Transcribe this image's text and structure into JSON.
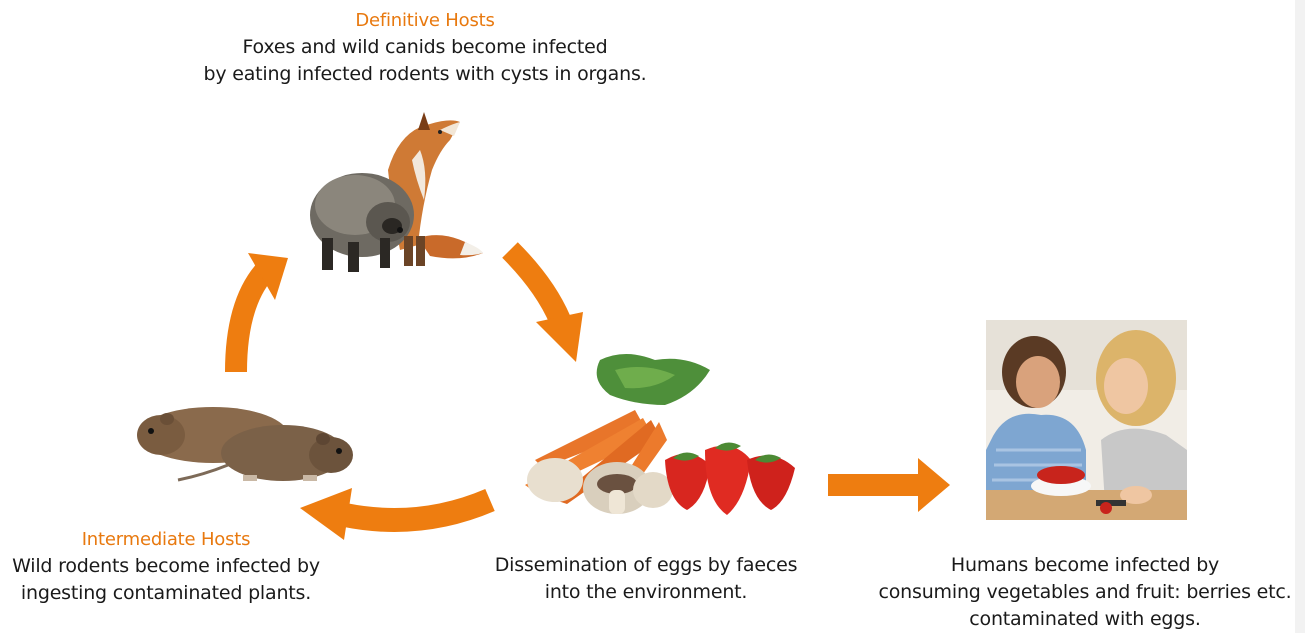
{
  "colors": {
    "accent_orange": "#e8790f",
    "text": "#1a1a1a"
  },
  "definitive": {
    "heading": "Definitive Hosts",
    "line1": "Foxes and wild canids become infected",
    "line2": "by eating infected rodents with cysts in organs."
  },
  "intermediate": {
    "heading": "Intermediate Hosts",
    "line1": "Wild rodents become infected by",
    "line2": "ingesting contaminated plants."
  },
  "dissemination": {
    "line1": "Dissemination of eggs by faeces",
    "line2": "into the environment."
  },
  "humans": {
    "line1": "Humans become infected by",
    "line2": "consuming vegetables and fruit: berries etc.",
    "line3": "contaminated with eggs."
  },
  "icons": [
    "fox-raccoon-dog-photo",
    "rodent-photo",
    "vegetables-photo",
    "humans-photo"
  ]
}
